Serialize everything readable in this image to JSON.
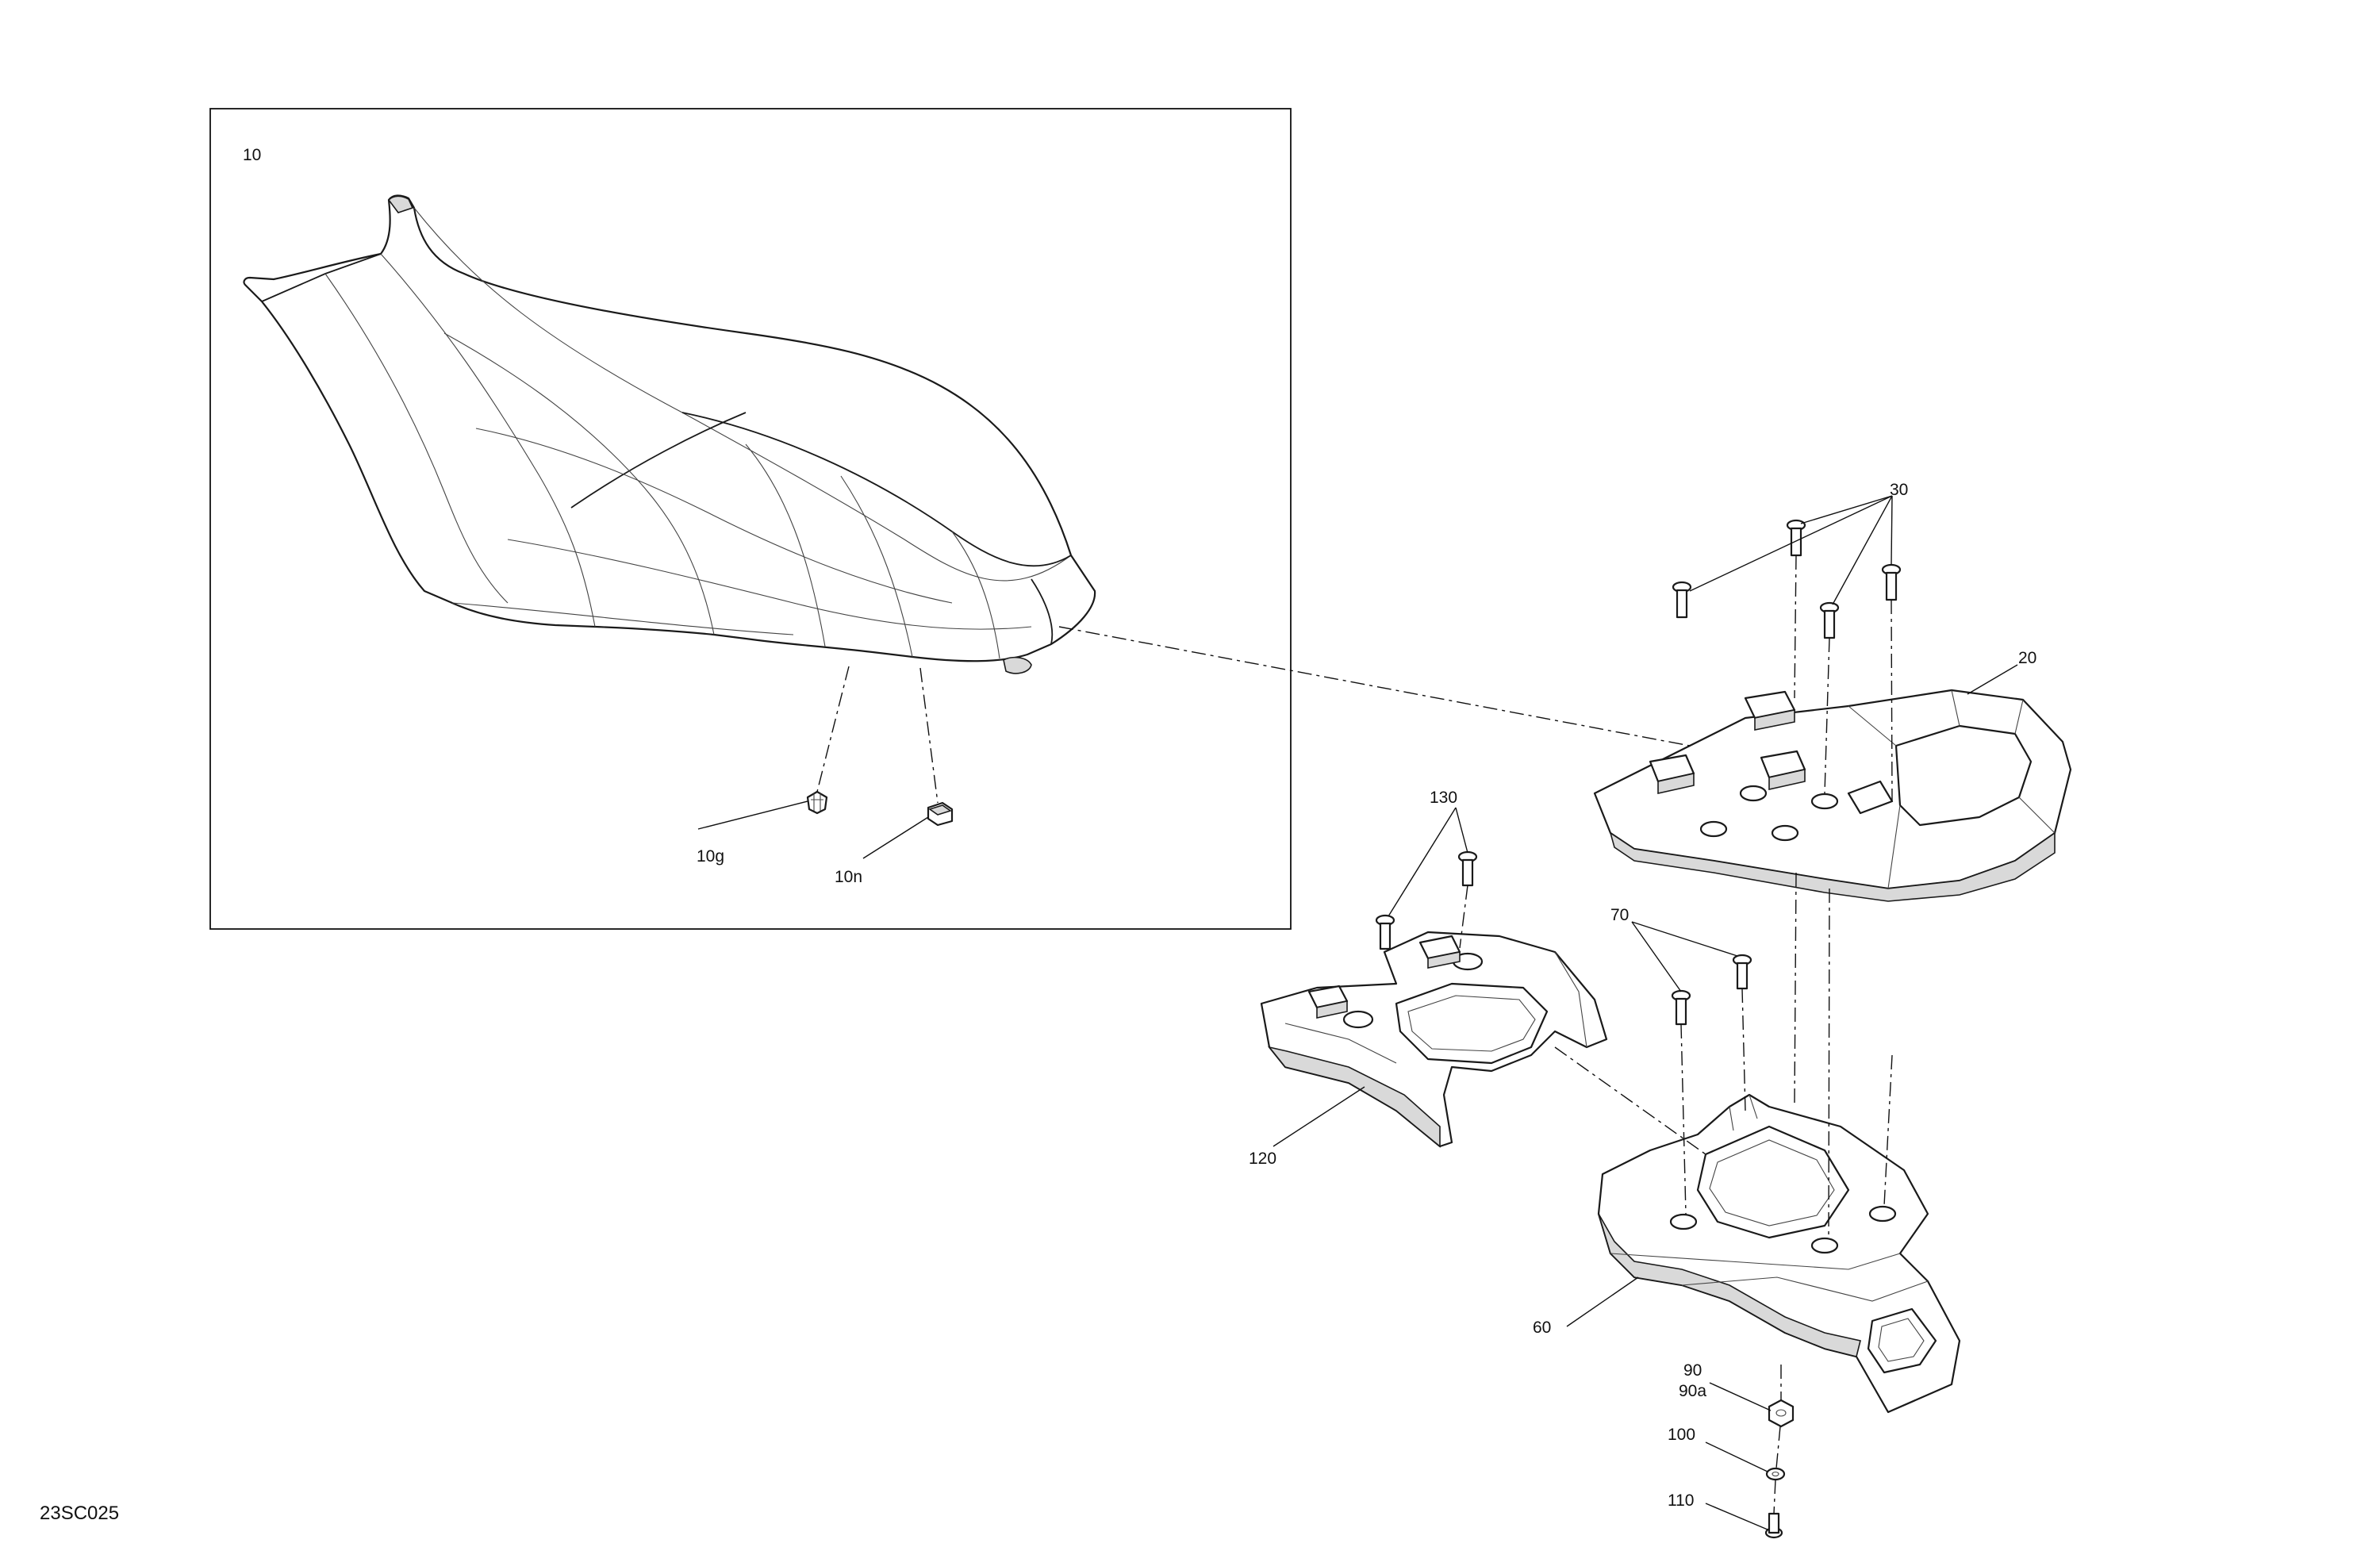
{
  "diagram": {
    "drawing_code": "23SC025",
    "callouts": {
      "c10": "10",
      "c10g": "10g",
      "c10n": "10n",
      "c20": "20",
      "c30": "30",
      "c60": "60",
      "c70": "70",
      "c90": "90",
      "c90a": "90a",
      "c100": "100",
      "c110": "110",
      "c120": "120",
      "c130": "130"
    }
  }
}
